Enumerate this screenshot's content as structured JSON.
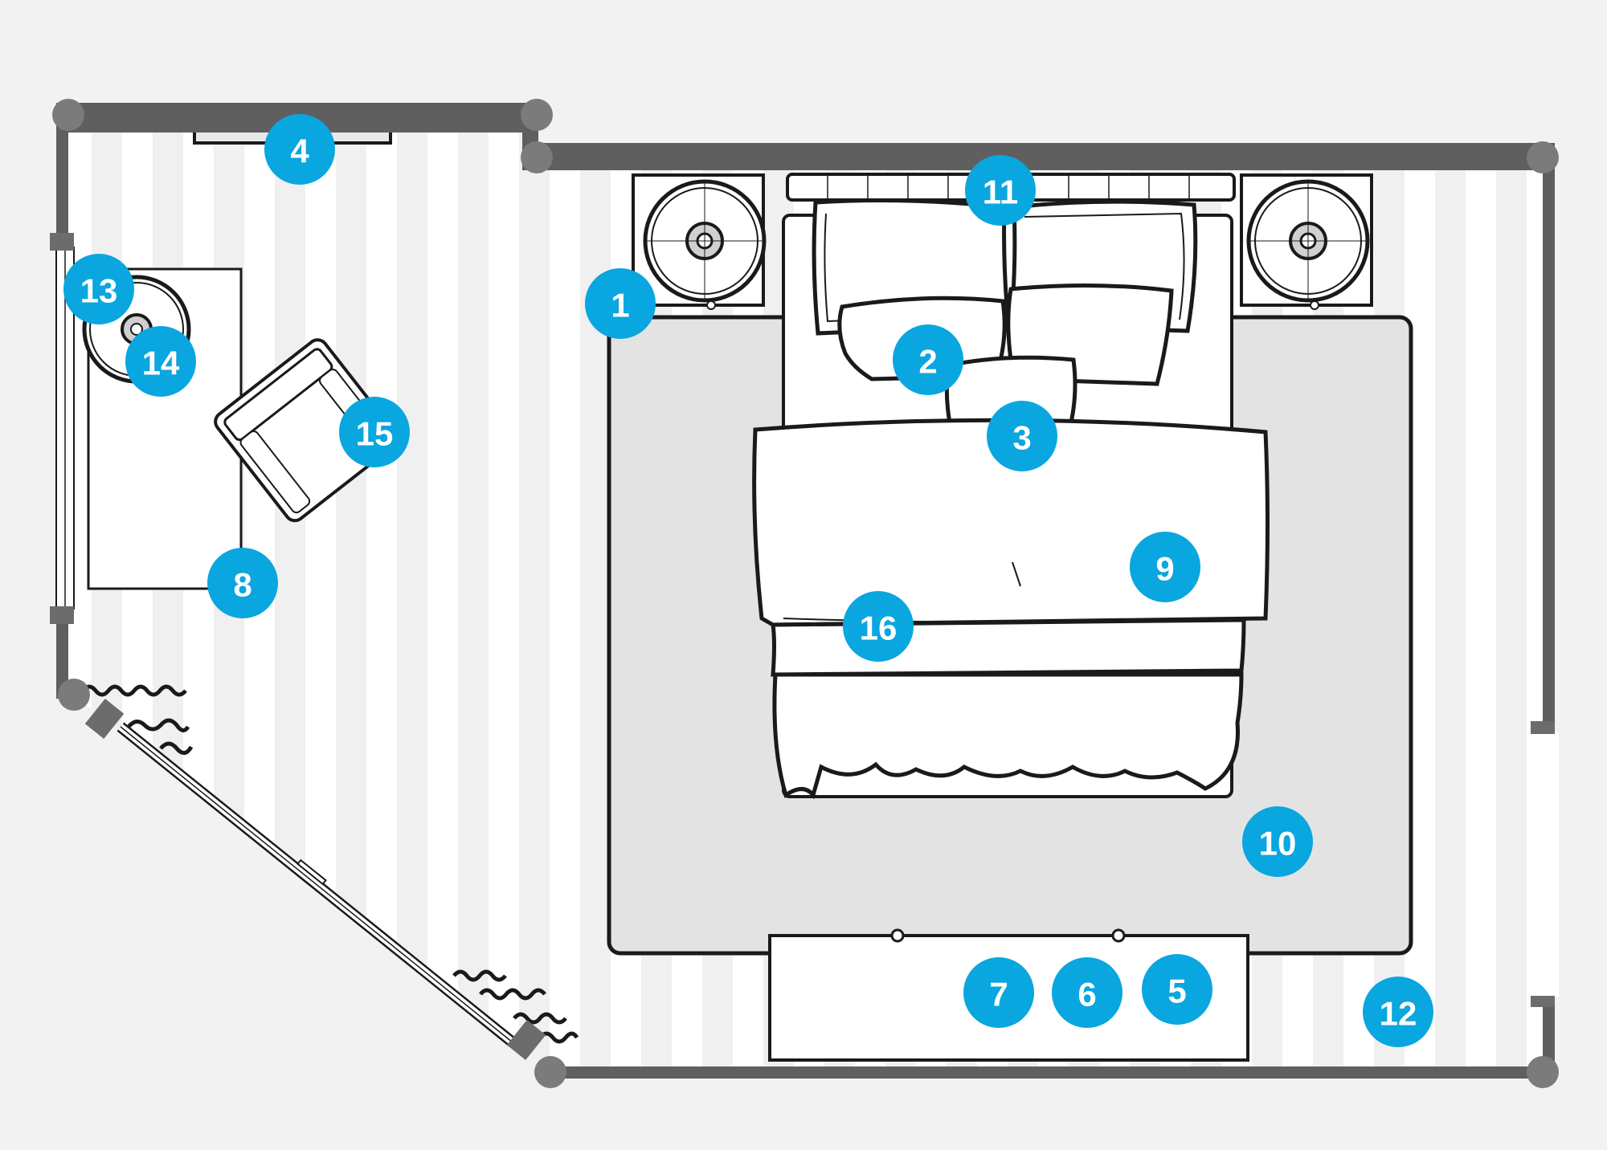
{
  "colors": {
    "background": "#f2f2f2",
    "wall": "#5f5f5f",
    "wall_joint": "#7b7b7b",
    "floor_stripe_light": "#ffffff",
    "floor_stripe_dark": "#f0f0f0",
    "rug": "#e3e3e3",
    "furniture_fill": "#ffffff",
    "furniture_outline": "#1a1a1a",
    "marker": "#0aa6df",
    "marker_text": "#ffffff"
  },
  "markers": [
    {
      "label": "1",
      "name": "nightstand-left"
    },
    {
      "label": "2",
      "name": "pillows"
    },
    {
      "label": "3",
      "name": "accent-pillow"
    },
    {
      "label": "4",
      "name": "wall-art"
    },
    {
      "label": "5",
      "name": "dresser-right"
    },
    {
      "label": "6",
      "name": "dresser-center"
    },
    {
      "label": "7",
      "name": "dresser-left"
    },
    {
      "label": "8",
      "name": "reading-nook-rug"
    },
    {
      "label": "9",
      "name": "duvet"
    },
    {
      "label": "10",
      "name": "area-rug"
    },
    {
      "label": "11",
      "name": "headboard"
    },
    {
      "label": "12",
      "name": "floor"
    },
    {
      "label": "13",
      "name": "side-table"
    },
    {
      "label": "14",
      "name": "table-lamp"
    },
    {
      "label": "15",
      "name": "armchair"
    },
    {
      "label": "16",
      "name": "throw-blanket"
    }
  ]
}
